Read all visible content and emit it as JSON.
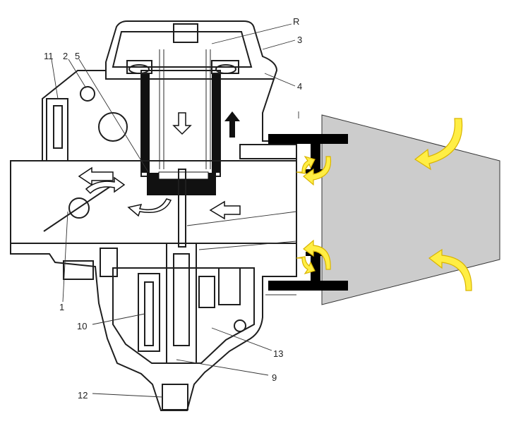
{
  "labels": {
    "R": "R",
    "n1": "1",
    "n2": "2",
    "n3": "3",
    "n4": "4",
    "n5": "5",
    "n9": "9",
    "n10": "10",
    "n11": "11",
    "n12": "12",
    "n13": "13"
  },
  "colors": {
    "ink": "#1e1e1e",
    "hatch": "#555555",
    "airbox": "#cccccc",
    "clamp": "#000000",
    "airflow_arrow": "#ffee44",
    "airflow_arrow_edge": "#d9b400"
  },
  "icons": {
    "flow_arrows": "arrow-left-icon",
    "slide_down": "arrow-down-icon",
    "slide_up": "arrow-up-icon",
    "airflow": "curved-arrow-icon"
  }
}
